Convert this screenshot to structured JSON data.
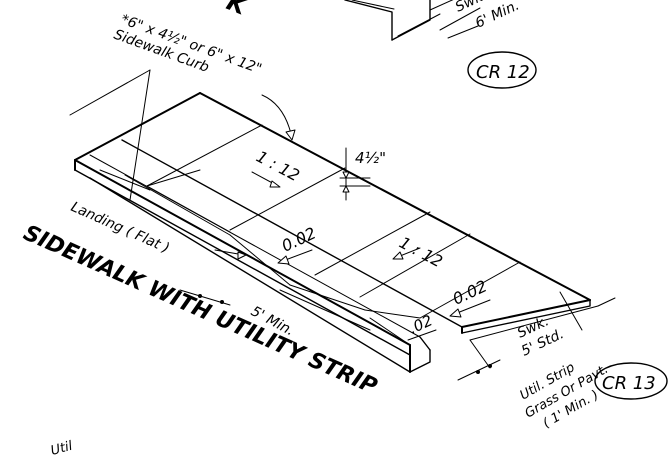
{
  "top_note": {
    "line1": "*6\" x 4½\" or 6\" x 12\"",
    "line2": "Sidewalk Curb"
  },
  "top_partial_title": "K",
  "top_dim_partial": "Swk.",
  "top_dim_min": "6' Min.",
  "tags": {
    "cr12": "CR 12",
    "cr13": "CR 13"
  },
  "slopes": {
    "ramp_left": "1 : 12",
    "ramp_right": "1 : 12",
    "cross_mid": "0.02",
    "cross_right": "0.02",
    "gutter": ".02"
  },
  "curb_height": "4½\"",
  "landing": "Landing ( Flat )",
  "landing_min": "5' Min.",
  "swk_label": "Swk.",
  "swk_std": "5' Std.",
  "util_strip": {
    "line1": "Util. Strip",
    "line2": "Grass Or Pavt.",
    "line3": "( 1' Min. )"
  },
  "title": "SIDEWALK WITH UTILITY STRIP",
  "bottom_partial": "Util"
}
